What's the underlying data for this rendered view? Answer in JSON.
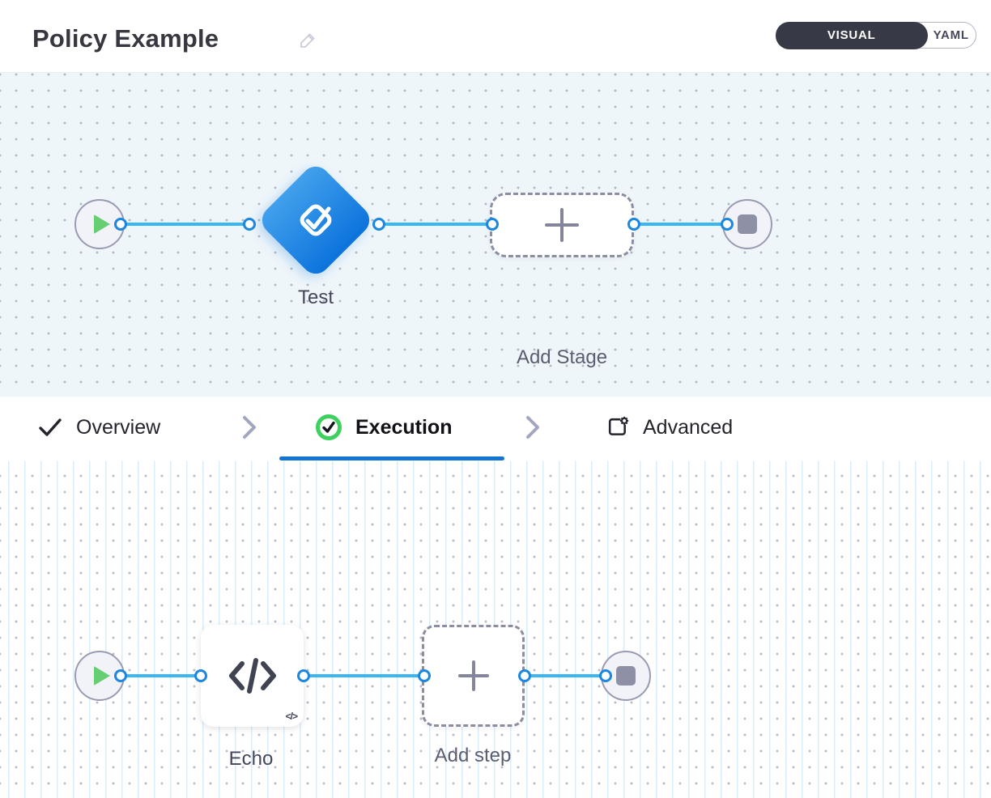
{
  "header": {
    "title": "Policy Example",
    "edit_icon": "pencil-icon",
    "mode_toggle": {
      "selected": "VISUAL",
      "options": [
        {
          "label": "VISUAL"
        },
        {
          "label": "YAML"
        }
      ]
    }
  },
  "stage_canvas": {
    "start_node": "play",
    "end_node": "stop",
    "nodes": {
      "test": {
        "label": "Test",
        "icon": "check-square-icon",
        "shape": "diamond"
      },
      "add_stage": {
        "label": "Add Stage",
        "icon": "plus-icon"
      }
    }
  },
  "tabbar": {
    "items": [
      {
        "label": "Overview",
        "icon": "check-icon",
        "active": false
      },
      {
        "label": "Execution",
        "icon": "check-circle-green-icon",
        "active": true
      },
      {
        "label": "Advanced",
        "icon": "settings-square-icon",
        "active": false
      }
    ]
  },
  "step_canvas": {
    "start_node": "play",
    "end_node": "stop",
    "nodes": {
      "echo": {
        "label": "Echo",
        "icon": "code-icon"
      },
      "add_step": {
        "label": "Add step",
        "icon": "plus-icon"
      }
    }
  },
  "colors": {
    "edge_blue": "#3ab7f2",
    "port_border_blue": "#1b87e0",
    "diamond_gradient": [
      "#41a0ec",
      "#0c73dc"
    ],
    "toggle_dark": "#383946",
    "active_tab_underline": "#1474d4",
    "execution_check_green": "#3ed160",
    "play_green": "#68ce74",
    "stop_gray": "#8e90a6",
    "stage_canvas_bg": "#eff6fa",
    "step_canvas_bg": "#ffffff"
  }
}
